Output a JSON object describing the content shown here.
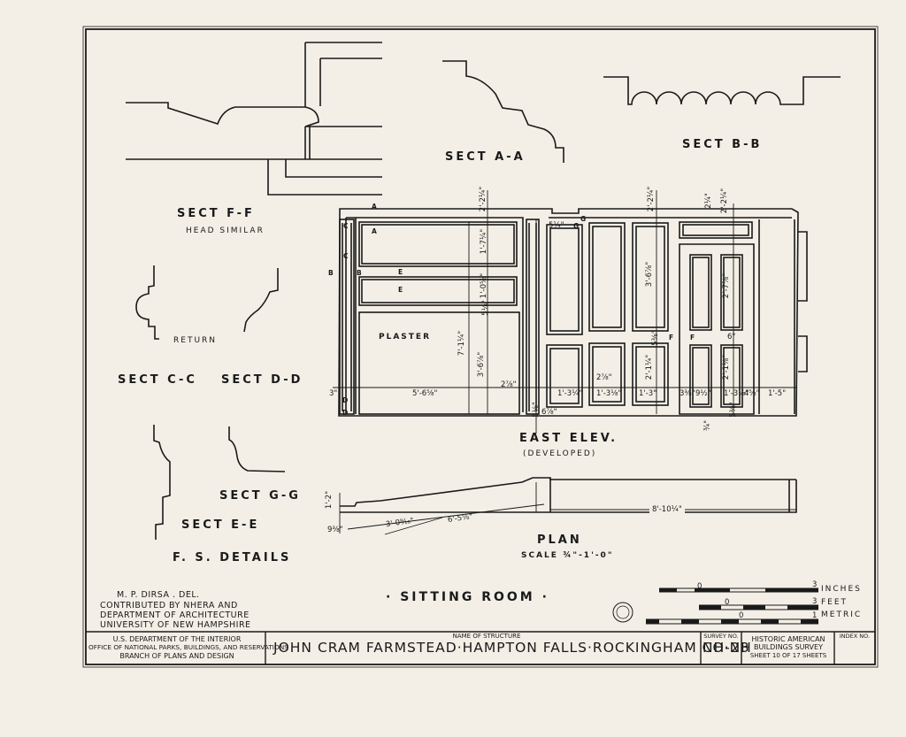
{
  "sections": {
    "ff": "SECT F-F",
    "head_similar": "HEAD SIMILAR",
    "aa": "SECT A-A",
    "bb": "SECT B-B",
    "cc": "SECT C-C",
    "dd": "SECT D-D",
    "return": "RETURN",
    "gg": "SECT G-G",
    "ee": "SECT E-E",
    "fs_details": "F. S. DETAILS"
  },
  "elevation": {
    "title": "EAST ELEV.",
    "subtitle": "(DEVELOPED)",
    "plaster": "PLASTER",
    "dims": {
      "top_left": "2'-2¼\"",
      "top_mid": "2'-2¼\"",
      "top_right": "2'-2¼\"",
      "top_right2": "2¼\"",
      "top_small": "5¼\"",
      "h1": "1'-7¼\"",
      "h2": "1'-0⅝\"",
      "h3": "5⅛\"",
      "h_total": "7'-1¼\"",
      "h_plaster": "3'-6⅞\"",
      "h_door": "3'-6⅞\"",
      "h_door2": "2'-1¼\"",
      "h_right1": "2'-7⅞\"",
      "h_right2": "2'-1⅛\"",
      "h_mid_small": "5⅜\"",
      "h_small6": "6\"",
      "w_left": "5'-6⅝\"",
      "w_small": "2⅞\"",
      "w_a": "1'-3¼\"",
      "w_b": "1'-3\"",
      "w_c": "1'-3⅛\"",
      "w_center": "2⅞\"",
      "w_center2": "1'-3⅛\"",
      "w_right": "1'-5\"",
      "w_95": "9½\"",
      "w_3": "3\"",
      "w_38": "3⅜\"",
      "w_42": "4⅝\"",
      "bot1": "6⅞\"",
      "bot2": "5⅛\"",
      "bot3": "5⅜\"",
      "bot4": "¾\""
    },
    "keys": [
      "A",
      "A",
      "B",
      "B",
      "C",
      "C",
      "D",
      "D",
      "E",
      "E",
      "F",
      "F",
      "G",
      "G"
    ]
  },
  "plan": {
    "title": "PLAN",
    "scale": "SCALE ¾\"-1'-0\"",
    "dim_rise": "1'-2\"",
    "dim_left": "9⅜\"",
    "dim_a": "3'-0⁹⁄₁₆\"",
    "dim_b": "6'-5⅝\"",
    "dim_c": "8'-10¼\""
  },
  "drawing_title": "· SITTING ROOM ·",
  "credits": {
    "delineator": "M. P. DIRSA . DEL.",
    "line2": "CONTRIBUTED BY NHERA AND",
    "line3": "DEPARTMENT OF ARCHITECTURE",
    "line4": "UNIVERSITY OF NEW HAMPSHIRE"
  },
  "scale_bar": {
    "inches": "INCHES",
    "feet": "FEET",
    "metric": "METRIC",
    "zero": "0",
    "three": "3",
    "one": "1"
  },
  "title_block": {
    "agency1": "U.S. DEPARTMENT OF THE INTERIOR",
    "agency2": "OFFICE OF NATIONAL PARKS, BUILDINGS, AND RESERVATIONS",
    "agency3": "BRANCH OF PLANS AND DESIGN",
    "name_label": "NAME OF STRUCTURE",
    "structure": "JOHN CRAM FARMSTEAD·HAMPTON FALLS·ROCKINGHAM CO·NH",
    "survey_label": "SURVEY NO.",
    "survey_no": "NH-23",
    "habs1": "HISTORIC AMERICAN",
    "habs2": "BUILDINGS SURVEY",
    "sheet": "SHEET 10 OF 17 SHEETS",
    "index_label": "INDEX NO."
  }
}
